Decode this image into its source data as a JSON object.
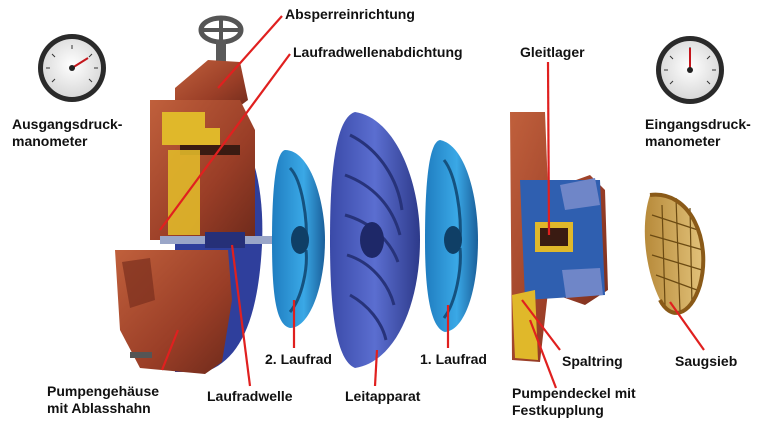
{
  "colors": {
    "leader_line": "#e0201f",
    "label_text": "#111111",
    "housing_rust": "#a4472e",
    "housing_blue": "#2f3f9c",
    "impeller_blue": "#2f9ad8",
    "diffuser_blue": "#4457b6",
    "seal_yellow": "#e0b82a",
    "gauge_face": "#f4f4f4",
    "gauge_rim": "#2a2a2a"
  },
  "icons": {
    "outlet_gauge": "pressure-gauge-icon",
    "inlet_gauge": "pressure-gauge-icon",
    "valve": "valve-handwheel-icon"
  },
  "labels": {
    "absperreinrichtung": "Absperreinrichtung",
    "laufradwellenabdichtung": "Laufradwellenabdichtung",
    "gleitlager": "Gleitlager",
    "ausgang_line1": "Ausgangsdruck-",
    "ausgang_line2": "manometer",
    "eingang_line1": "Eingangsdruck-",
    "eingang_line2": "manometer",
    "laufrad2": "2. Laufrad",
    "laufrad1": "1. Laufrad",
    "spaltring": "Spaltring",
    "saugsieb": "Saugsieb",
    "gehaeuse_line1": "Pumpengehäuse",
    "gehaeuse_line2": "mit Ablasshahn",
    "laufradwelle": "Laufradwelle",
    "leitapparat": "Leitapparat",
    "deckel_line1": "Pumpendeckel mit",
    "deckel_line2": "Festkupplung"
  }
}
